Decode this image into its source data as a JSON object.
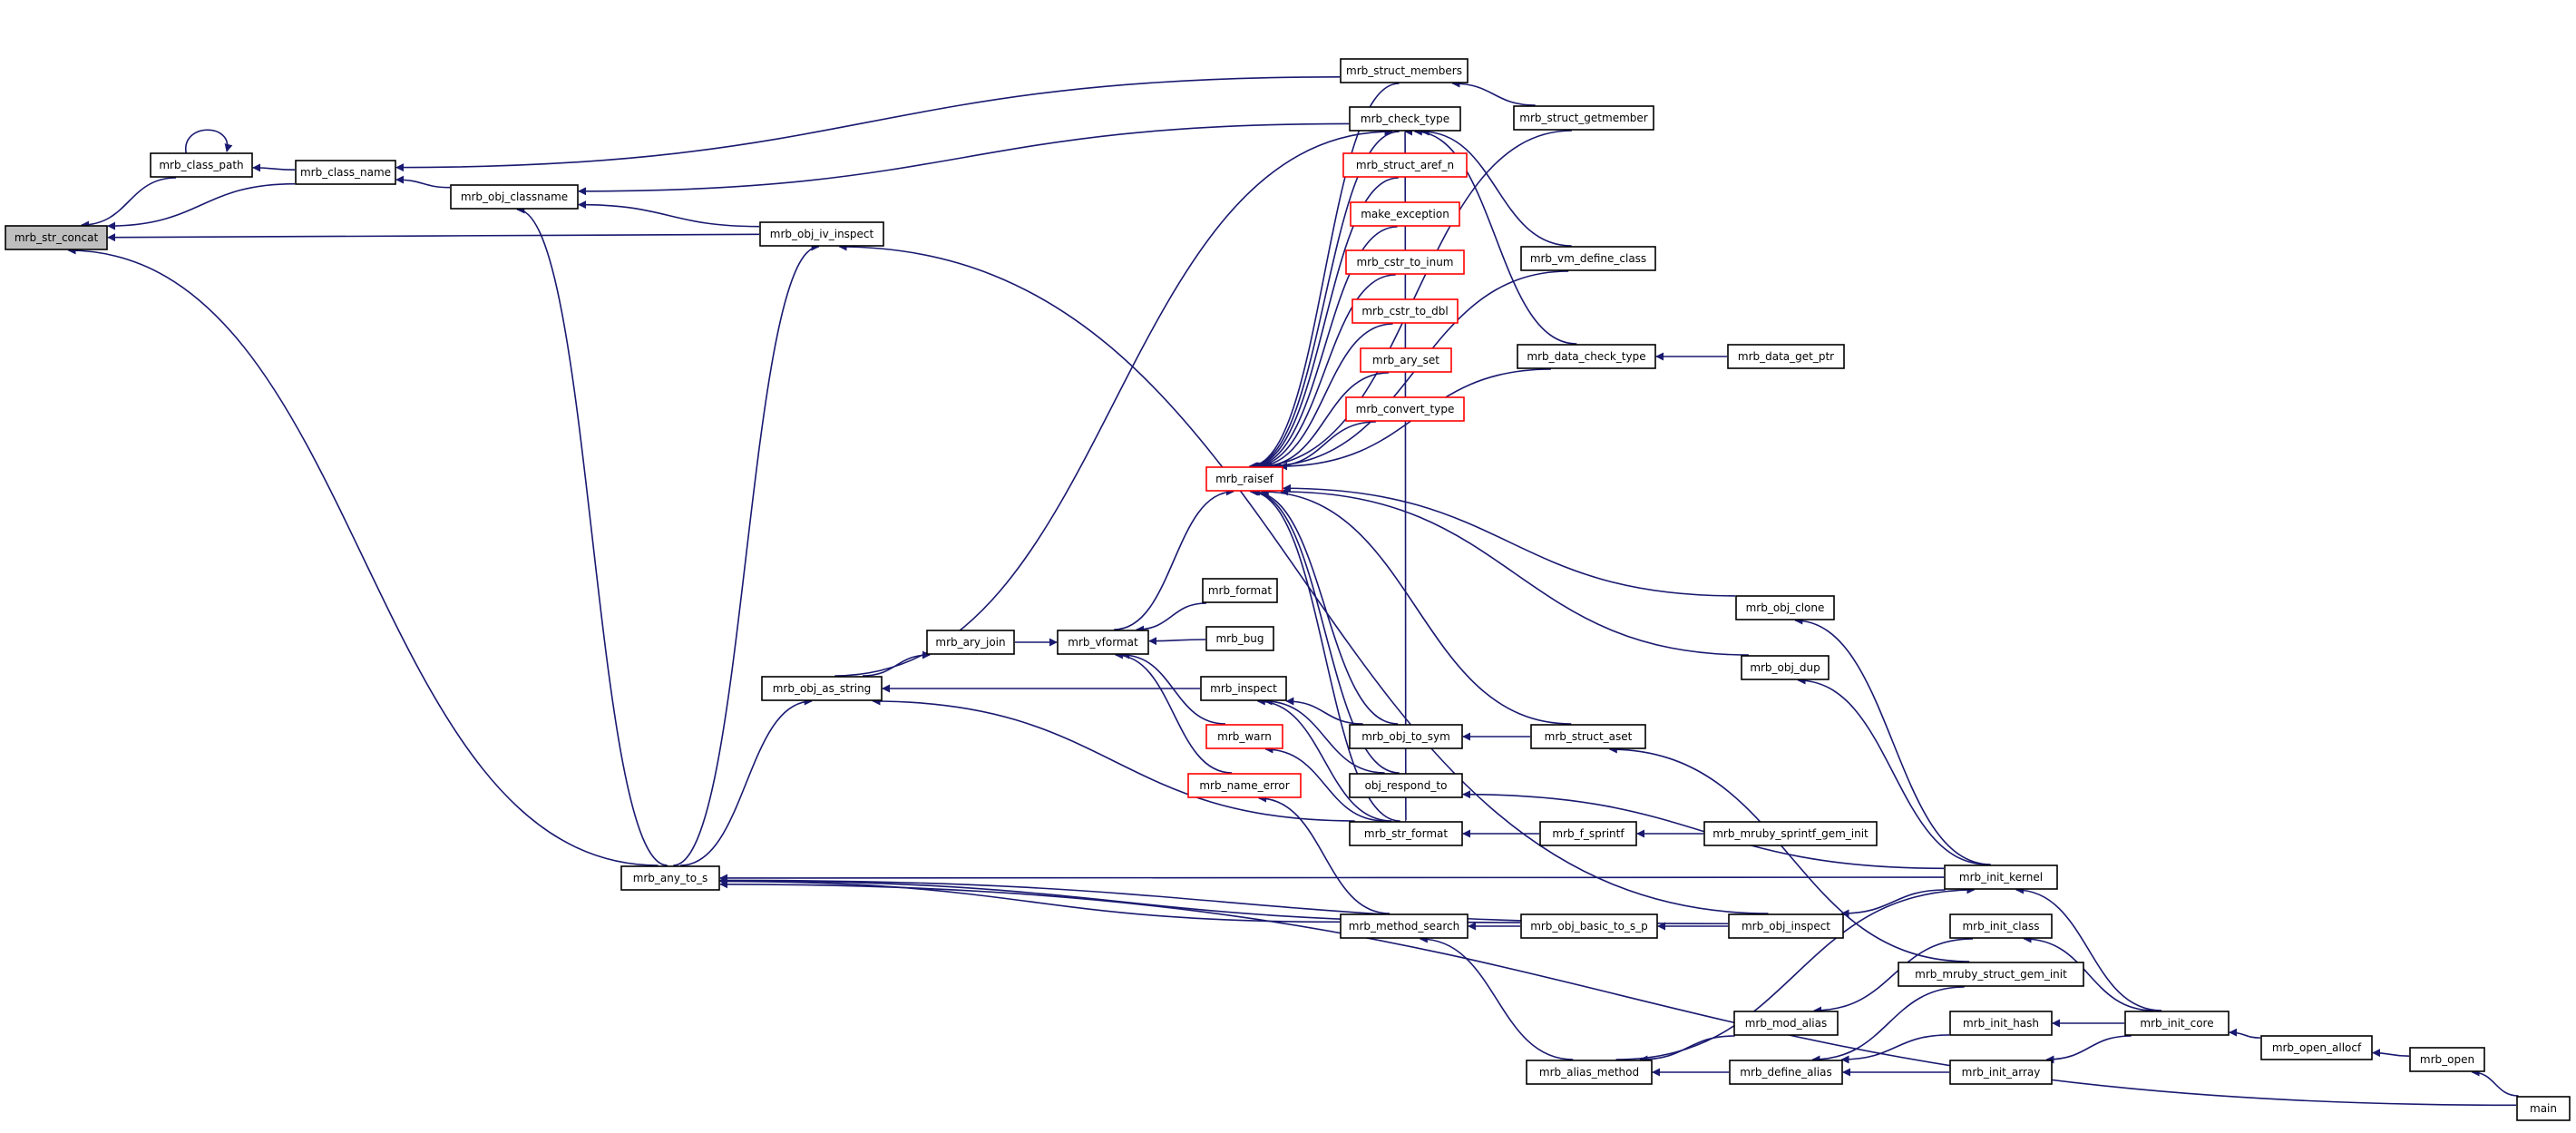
{
  "colors": {
    "edge": "#191970",
    "border_normal": "#000000",
    "border_truncated": "#ff0000",
    "fill_normal": "#ffffff",
    "fill_root": "#bfbfbf"
  },
  "nodes": [
    {
      "id": "str_concat",
      "label": "mrb_str_concat",
      "style": "root"
    },
    {
      "id": "class_path",
      "label": "mrb_class_path",
      "style": "normal"
    },
    {
      "id": "class_name",
      "label": "mrb_class_name",
      "style": "normal"
    },
    {
      "id": "obj_classname",
      "label": "mrb_obj_classname",
      "style": "normal"
    },
    {
      "id": "obj_iv_inspect",
      "label": "mrb_obj_iv_inspect",
      "style": "normal"
    },
    {
      "id": "struct_members",
      "label": "mrb_struct_members",
      "style": "normal"
    },
    {
      "id": "struct_getmember",
      "label": "mrb_struct_getmember",
      "style": "normal"
    },
    {
      "id": "check_type",
      "label": "mrb_check_type",
      "style": "normal"
    },
    {
      "id": "struct_aref_n",
      "label": "mrb_struct_aref_n",
      "style": "truncated"
    },
    {
      "id": "make_exception",
      "label": "make_exception",
      "style": "truncated"
    },
    {
      "id": "cstr_to_inum",
      "label": "mrb_cstr_to_inum",
      "style": "truncated"
    },
    {
      "id": "cstr_to_dbl",
      "label": "mrb_cstr_to_dbl",
      "style": "truncated"
    },
    {
      "id": "ary_set",
      "label": "mrb_ary_set",
      "style": "truncated"
    },
    {
      "id": "convert_type",
      "label": "mrb_convert_type",
      "style": "truncated"
    },
    {
      "id": "raisef",
      "label": "mrb_raisef",
      "style": "truncated"
    },
    {
      "id": "vm_define_class",
      "label": "mrb_vm_define_class",
      "style": "normal"
    },
    {
      "id": "data_check_type",
      "label": "mrb_data_check_type",
      "style": "normal"
    },
    {
      "id": "data_get_ptr",
      "label": "mrb_data_get_ptr",
      "style": "normal"
    },
    {
      "id": "format",
      "label": "mrb_format",
      "style": "normal"
    },
    {
      "id": "bug",
      "label": "mrb_bug",
      "style": "normal"
    },
    {
      "id": "vformat",
      "label": "mrb_vformat",
      "style": "normal"
    },
    {
      "id": "ary_join",
      "label": "mrb_ary_join",
      "style": "normal"
    },
    {
      "id": "obj_as_string",
      "label": "mrb_obj_as_string",
      "style": "normal"
    },
    {
      "id": "inspect",
      "label": "mrb_inspect",
      "style": "normal"
    },
    {
      "id": "warn",
      "label": "mrb_warn",
      "style": "truncated"
    },
    {
      "id": "name_error",
      "label": "mrb_name_error",
      "style": "truncated"
    },
    {
      "id": "obj_to_sym",
      "label": "mrb_obj_to_sym",
      "style": "normal"
    },
    {
      "id": "obj_respond_to",
      "label": "obj_respond_to",
      "style": "normal"
    },
    {
      "id": "str_format",
      "label": "mrb_str_format",
      "style": "normal"
    },
    {
      "id": "struct_aset",
      "label": "mrb_struct_aset",
      "style": "normal"
    },
    {
      "id": "f_sprintf",
      "label": "mrb_f_sprintf",
      "style": "normal"
    },
    {
      "id": "mruby_sprintf_gem_init",
      "label": "mrb_mruby_sprintf_gem_init",
      "style": "normal"
    },
    {
      "id": "obj_clone",
      "label": "mrb_obj_clone",
      "style": "normal"
    },
    {
      "id": "obj_dup",
      "label": "mrb_obj_dup",
      "style": "normal"
    },
    {
      "id": "any_to_s",
      "label": "mrb_any_to_s",
      "style": "normal"
    },
    {
      "id": "method_search",
      "label": "mrb_method_search",
      "style": "normal"
    },
    {
      "id": "obj_basic_to_s_p",
      "label": "mrb_obj_basic_to_s_p",
      "style": "normal"
    },
    {
      "id": "obj_inspect",
      "label": "mrb_obj_inspect",
      "style": "normal"
    },
    {
      "id": "init_kernel",
      "label": "mrb_init_kernel",
      "style": "normal"
    },
    {
      "id": "init_class",
      "label": "mrb_init_class",
      "style": "normal"
    },
    {
      "id": "mruby_struct_gem_init",
      "label": "mrb_mruby_struct_gem_init",
      "style": "normal"
    },
    {
      "id": "mod_alias",
      "label": "mrb_mod_alias",
      "style": "normal"
    },
    {
      "id": "init_hash",
      "label": "mrb_init_hash",
      "style": "normal"
    },
    {
      "id": "init_core",
      "label": "mrb_init_core",
      "style": "normal"
    },
    {
      "id": "open_allocf",
      "label": "mrb_open_allocf",
      "style": "normal"
    },
    {
      "id": "open",
      "label": "mrb_open",
      "style": "normal"
    },
    {
      "id": "alias_method",
      "label": "mrb_alias_method",
      "style": "normal"
    },
    {
      "id": "define_alias",
      "label": "mrb_define_alias",
      "style": "normal"
    },
    {
      "id": "init_array",
      "label": "mrb_init_array",
      "style": "normal"
    },
    {
      "id": "main",
      "label": "main",
      "style": "normal"
    }
  ],
  "edges": [
    [
      "class_path",
      "str_concat"
    ],
    [
      "class_path",
      "class_path"
    ],
    [
      "class_name",
      "class_path"
    ],
    [
      "class_name",
      "str_concat"
    ],
    [
      "obj_iv_inspect",
      "str_concat"
    ],
    [
      "any_to_s",
      "str_concat"
    ],
    [
      "struct_members",
      "class_name"
    ],
    [
      "obj_classname",
      "class_name"
    ],
    [
      "check_type",
      "obj_classname"
    ],
    [
      "obj_iv_inspect",
      "obj_classname"
    ],
    [
      "any_to_s",
      "obj_classname"
    ],
    [
      "obj_inspect",
      "obj_iv_inspect"
    ],
    [
      "any_to_s",
      "obj_iv_inspect"
    ],
    [
      "struct_getmember",
      "struct_members"
    ],
    [
      "vm_define_class",
      "check_type"
    ],
    [
      "data_check_type",
      "check_type"
    ],
    [
      "obj_as_string",
      "check_type"
    ],
    [
      "str_format",
      "check_type"
    ],
    [
      "struct_aref_n",
      "raisef"
    ],
    [
      "make_exception",
      "raisef"
    ],
    [
      "cstr_to_inum",
      "raisef"
    ],
    [
      "cstr_to_dbl",
      "raisef"
    ],
    [
      "ary_set",
      "raisef"
    ],
    [
      "convert_type",
      "raisef"
    ],
    [
      "struct_getmember",
      "raisef"
    ],
    [
      "vm_define_class",
      "raisef"
    ],
    [
      "data_check_type",
      "raisef"
    ],
    [
      "check_type",
      "raisef"
    ],
    [
      "struct_members",
      "raisef"
    ],
    [
      "obj_clone",
      "raisef"
    ],
    [
      "obj_dup",
      "raisef"
    ],
    [
      "struct_aset",
      "raisef"
    ],
    [
      "obj_to_sym",
      "raisef"
    ],
    [
      "obj_respond_to",
      "raisef"
    ],
    [
      "str_format",
      "raisef"
    ],
    [
      "vformat",
      "raisef"
    ],
    [
      "data_get_ptr",
      "data_check_type"
    ],
    [
      "format",
      "vformat"
    ],
    [
      "bug",
      "vformat"
    ],
    [
      "warn",
      "vformat"
    ],
    [
      "name_error",
      "vformat"
    ],
    [
      "ary_join",
      "vformat"
    ],
    [
      "obj_as_string",
      "ary_join"
    ],
    [
      "inspect",
      "obj_as_string"
    ],
    [
      "str_format",
      "obj_as_string"
    ],
    [
      "any_to_s",
      "obj_as_string"
    ],
    [
      "obj_to_sym",
      "inspect"
    ],
    [
      "obj_respond_to",
      "inspect"
    ],
    [
      "str_format",
      "inspect"
    ],
    [
      "str_format",
      "warn"
    ],
    [
      "method_search",
      "name_error"
    ],
    [
      "struct_aset",
      "obj_to_sym"
    ],
    [
      "init_kernel",
      "obj_respond_to"
    ],
    [
      "f_sprintf",
      "str_format"
    ],
    [
      "mruby_struct_gem_init",
      "struct_aset"
    ],
    [
      "mruby_sprintf_gem_init",
      "f_sprintf"
    ],
    [
      "init_kernel",
      "obj_clone"
    ],
    [
      "init_kernel",
      "obj_dup"
    ],
    [
      "init_kernel",
      "any_to_s"
    ],
    [
      "method_search",
      "any_to_s"
    ],
    [
      "obj_basic_to_s_p",
      "any_to_s"
    ],
    [
      "obj_inspect",
      "any_to_s"
    ],
    [
      "main",
      "any_to_s"
    ],
    [
      "obj_basic_to_s_p",
      "method_search"
    ],
    [
      "alias_method",
      "method_search"
    ],
    [
      "obj_inspect",
      "obj_basic_to_s_p"
    ],
    [
      "init_kernel",
      "obj_inspect"
    ],
    [
      "init_core",
      "init_kernel"
    ],
    [
      "alias_method",
      "init_kernel"
    ],
    [
      "init_core",
      "init_class"
    ],
    [
      "mod_alias",
      "alias_method"
    ],
    [
      "define_alias",
      "alias_method"
    ],
    [
      "init_class",
      "mod_alias"
    ],
    [
      "init_hash",
      "define_alias"
    ],
    [
      "init_array",
      "define_alias"
    ],
    [
      "mruby_struct_gem_init",
      "define_alias"
    ],
    [
      "init_core",
      "init_hash"
    ],
    [
      "init_core",
      "init_array"
    ],
    [
      "open_allocf",
      "init_core"
    ],
    [
      "open",
      "open_allocf"
    ],
    [
      "main",
      "open"
    ]
  ]
}
